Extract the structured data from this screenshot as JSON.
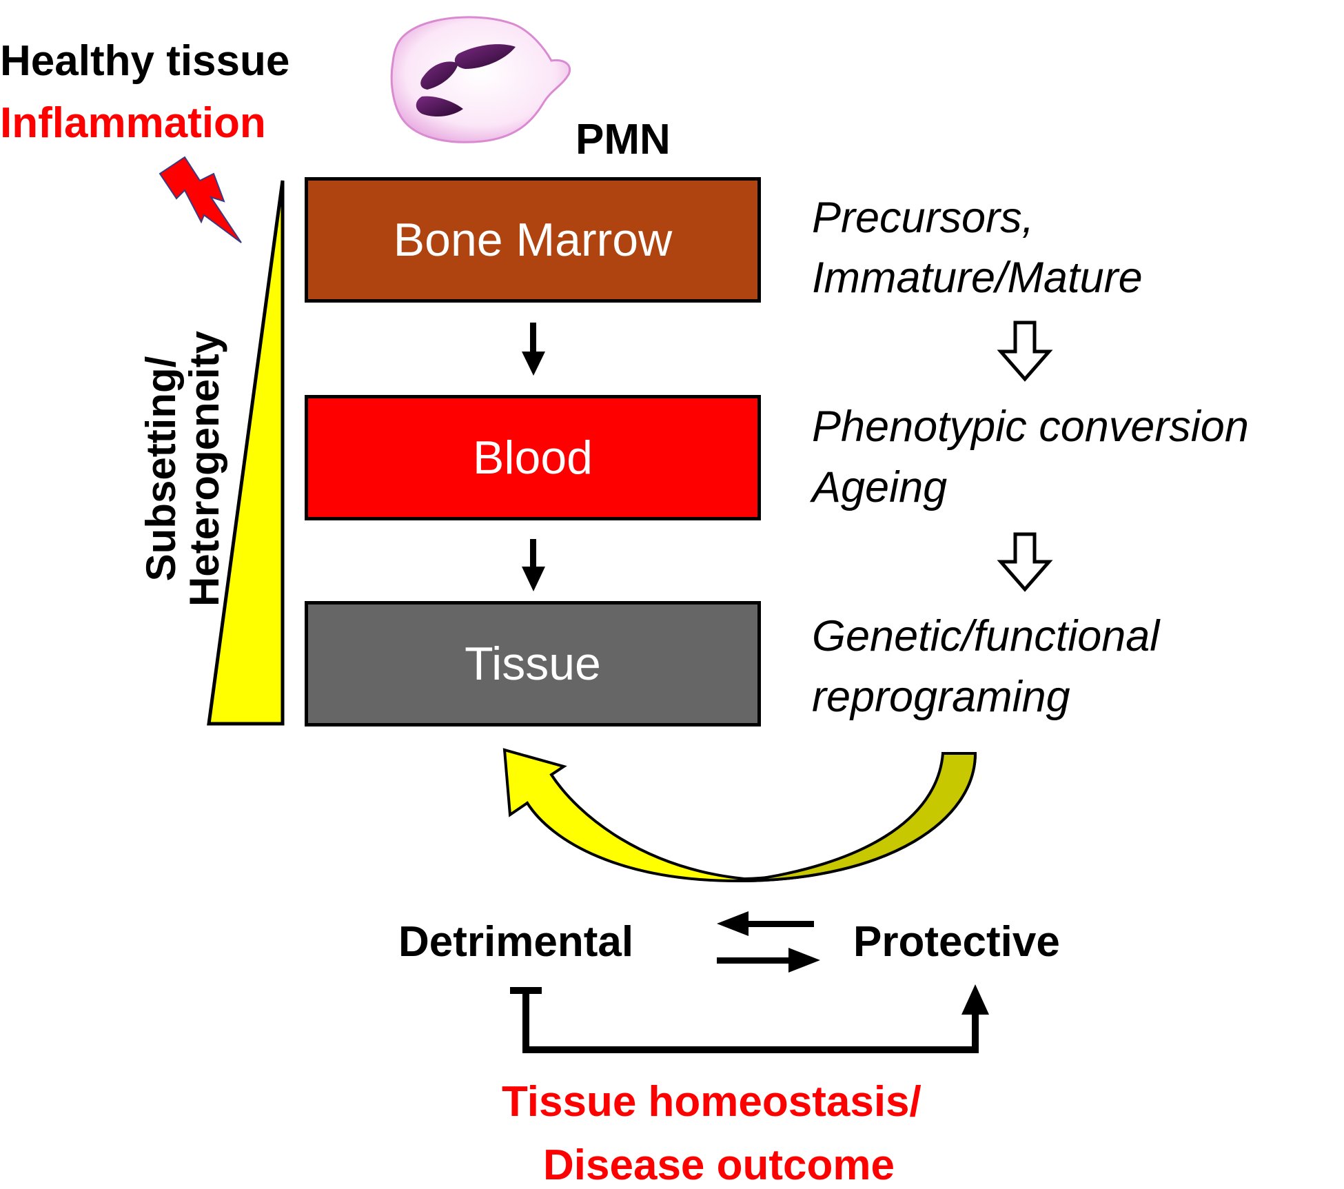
{
  "title": {
    "healthy": "Healthy tissue",
    "inflammation": "Inflammation",
    "pmn": "PMN"
  },
  "side_label": {
    "line1": "Subsetting/",
    "line2": "Heterogeneity"
  },
  "compartments": [
    {
      "label": "Bone Marrow",
      "color": "#B04410"
    },
    {
      "label": "Blood",
      "color": "#FF0000"
    },
    {
      "label": "Tissue",
      "color": "#666666"
    }
  ],
  "descriptions": {
    "precursors_1": "Precursors,",
    "precursors_2": "Immature/Mature",
    "conversion_1": "Phenotypic conversion",
    "conversion_2": "Ageing",
    "reprog_1": "Genetic/functional",
    "reprog_2": "reprograming"
  },
  "outcome": {
    "detrimental": "Detrimental",
    "protective": "Protective",
    "homeostasis_1": "Tissue homeostasis/",
    "homeostasis_2": "Disease outcome"
  },
  "colors": {
    "red_text": "#FF0000",
    "yellow": "#FFFF00",
    "olive": "#C8C800",
    "cell_fill": "#F6D2F0",
    "nucleus": "#4A1050"
  }
}
